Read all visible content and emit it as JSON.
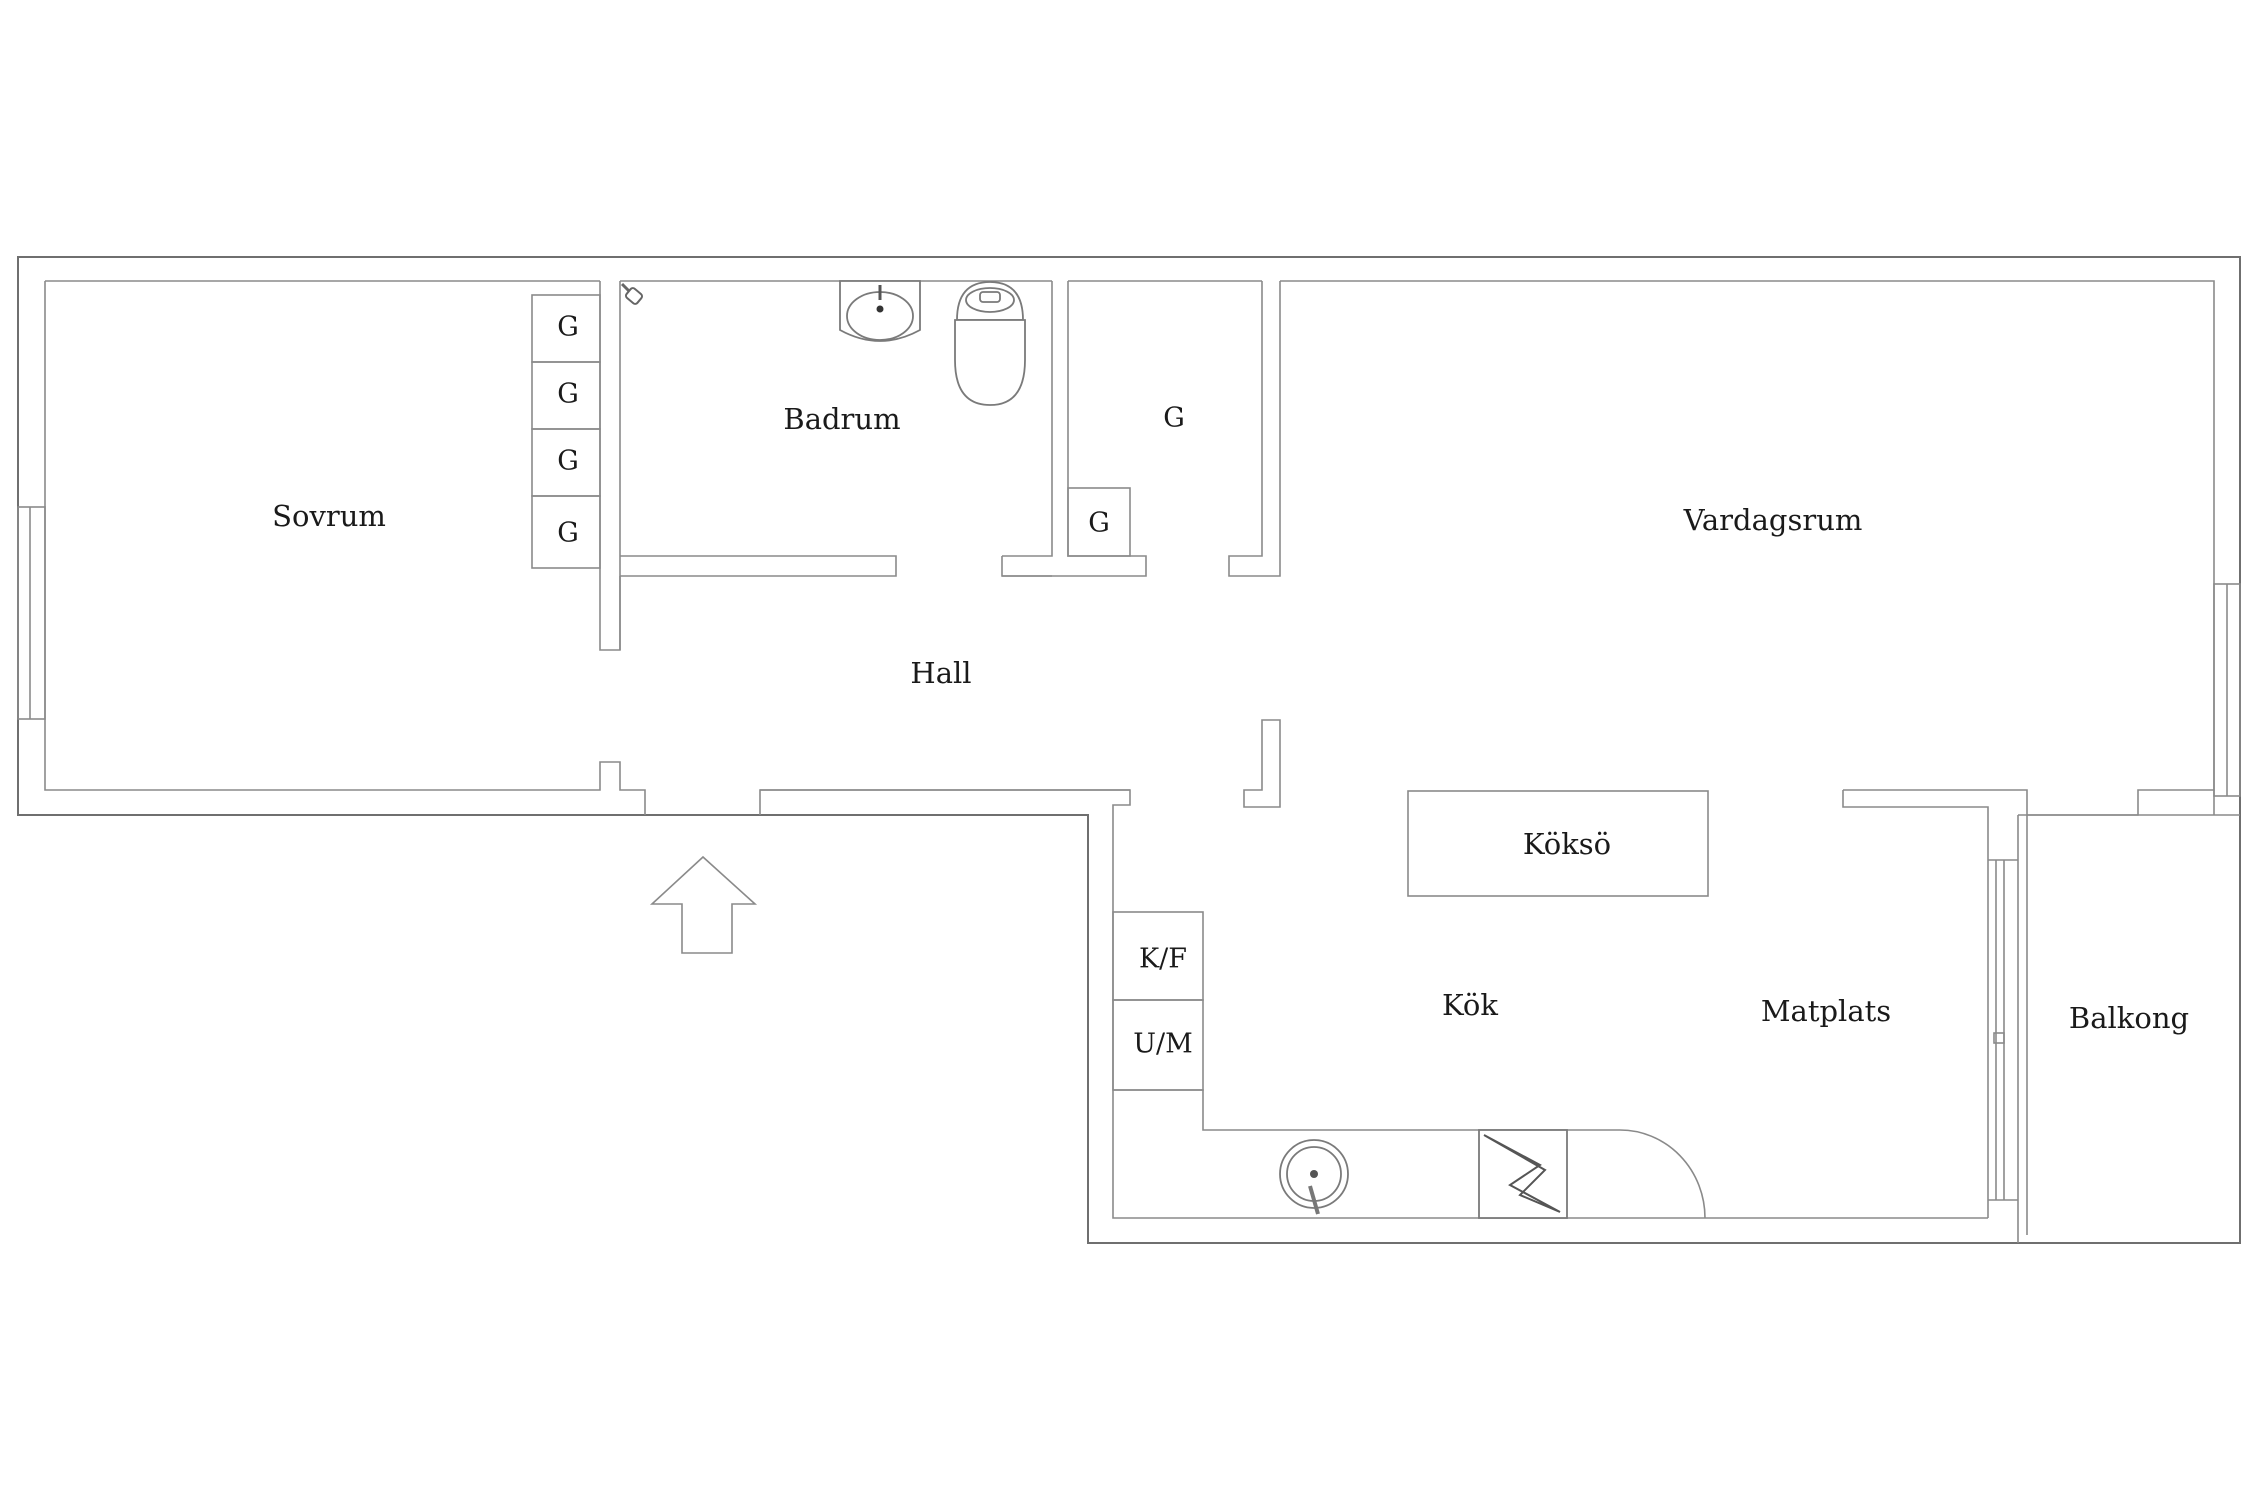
{
  "rooms": {
    "sovrum": "Sovrum",
    "badrum": "Badrum",
    "hall": "Hall",
    "vardagsrum": "Vardagsrum",
    "koksoe": "Köksö",
    "kok": "Kök",
    "matplats": "Matplats",
    "balkong": "Balkong"
  },
  "closets": {
    "g1": "G",
    "g2": "G",
    "g3": "G",
    "g4": "G",
    "g_hall": "G",
    "g_small": "G"
  },
  "appliances": {
    "fridge_freezer": "K/F",
    "oven_microwave": "U/M"
  },
  "icons": {
    "entrance": "entrance-arrow-icon",
    "sink": "bathroom-sink-icon",
    "toilet": "toilet-icon",
    "shower": "shower-head-icon",
    "kitchen_sink": "kitchen-sink-icon",
    "stove": "stove-icon"
  }
}
